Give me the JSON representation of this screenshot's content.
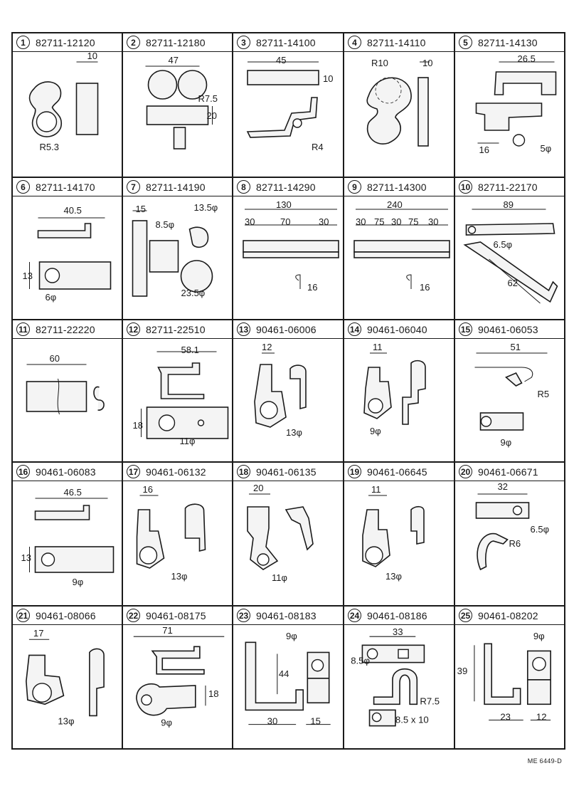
{
  "parts": [
    {
      "no": "1",
      "part_number": "82711-12120",
      "dims": [
        "10",
        "R5.3"
      ]
    },
    {
      "no": "2",
      "part_number": "82711-12180",
      "dims": [
        "47",
        "R7.5",
        "20"
      ]
    },
    {
      "no": "3",
      "part_number": "82711-14100",
      "dims": [
        "45",
        "10",
        "R4"
      ]
    },
    {
      "no": "4",
      "part_number": "82711-14110",
      "dims": [
        "R10",
        "10"
      ]
    },
    {
      "no": "5",
      "part_number": "82711-14130",
      "dims": [
        "26.5",
        "16",
        "5φ"
      ]
    },
    {
      "no": "6",
      "part_number": "82711-14170",
      "dims": [
        "40.5",
        "13",
        "6φ"
      ]
    },
    {
      "no": "7",
      "part_number": "82711-14190",
      "dims": [
        "15",
        "8.5φ",
        "13.5φ",
        "23.5φ"
      ]
    },
    {
      "no": "8",
      "part_number": "82711-14290",
      "dims": [
        "130",
        "30",
        "70",
        "30",
        "16"
      ]
    },
    {
      "no": "9",
      "part_number": "82711-14300",
      "dims": [
        "240",
        "30",
        "75",
        "30",
        "75",
        "30",
        "16"
      ]
    },
    {
      "no": "10",
      "part_number": "82711-22170",
      "dims": [
        "89",
        "6.5φ",
        "62"
      ]
    },
    {
      "no": "11",
      "part_number": "82711-22220",
      "dims": [
        "60"
      ]
    },
    {
      "no": "12",
      "part_number": "82711-22510",
      "dims": [
        "58.1",
        "18",
        "11φ"
      ]
    },
    {
      "no": "13",
      "part_number": "90461-06006",
      "dims": [
        "12",
        "13φ"
      ]
    },
    {
      "no": "14",
      "part_number": "90461-06040",
      "dims": [
        "11",
        "9φ"
      ]
    },
    {
      "no": "15",
      "part_number": "90461-06053",
      "dims": [
        "51",
        "R5",
        "9φ"
      ]
    },
    {
      "no": "16",
      "part_number": "90461-06083",
      "dims": [
        "46.5",
        "13",
        "9φ"
      ]
    },
    {
      "no": "17",
      "part_number": "90461-06132",
      "dims": [
        "16",
        "13φ"
      ]
    },
    {
      "no": "18",
      "part_number": "90461-06135",
      "dims": [
        "20",
        "11φ"
      ]
    },
    {
      "no": "19",
      "part_number": "90461-06645",
      "dims": [
        "11",
        "13φ"
      ]
    },
    {
      "no": "20",
      "part_number": "90461-06671",
      "dims": [
        "32",
        "6.5φ",
        "R6"
      ]
    },
    {
      "no": "21",
      "part_number": "90461-08066",
      "dims": [
        "17",
        "13φ"
      ]
    },
    {
      "no": "22",
      "part_number": "90461-08175",
      "dims": [
        "71",
        "18",
        "9φ"
      ]
    },
    {
      "no": "23",
      "part_number": "90461-08183",
      "dims": [
        "9φ",
        "44",
        "30",
        "15"
      ]
    },
    {
      "no": "24",
      "part_number": "90461-08186",
      "dims": [
        "33",
        "8.5φ",
        "R7.5",
        "8.5 x 10"
      ]
    },
    {
      "no": "25",
      "part_number": "90461-08202",
      "dims": [
        "9φ",
        "39",
        "23",
        "12"
      ]
    }
  ],
  "drawing_code": "ME 6449-D",
  "colors": {
    "ink": "#1a1a1a",
    "paper": "#ffffff",
    "fill": "#f4f4f4"
  }
}
